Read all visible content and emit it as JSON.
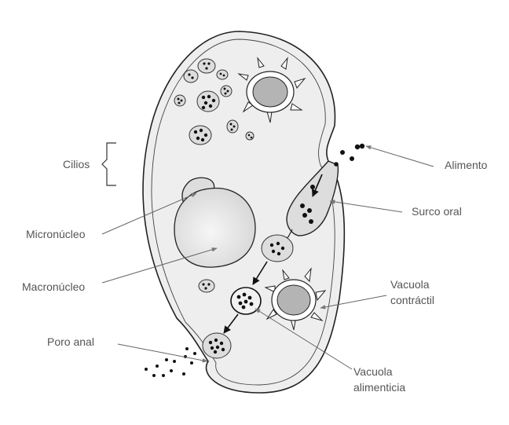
{
  "labels": {
    "cilios": "Cilios",
    "alimento": "Alimento",
    "micronucleo": "Micronúcleo",
    "surco_oral": "Surco oral",
    "macronucleo": "Macronúcleo",
    "vacuola_contractil_1": "Vacuola",
    "vacuola_contractil_2": "contráctil",
    "poro_anal": "Poro anal",
    "vacuola_alimenticia_1": "Vacuola",
    "vacuola_alimenticia_2": "alimenticia"
  },
  "colors": {
    "cytoplasm": "#eeeeee",
    "organelle": "#dddddd",
    "nucleus_core": "#b4b4b4",
    "outline": "#222222",
    "leader_line": "#666666",
    "label_text": "#555555"
  }
}
